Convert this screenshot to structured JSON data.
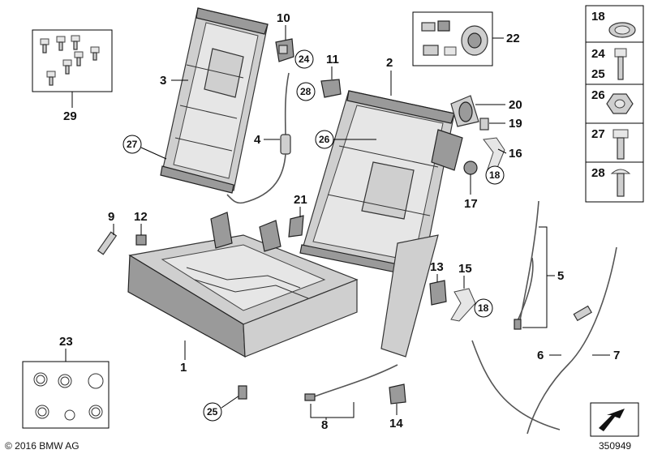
{
  "labels": {
    "p1": "1",
    "p2": "2",
    "p3": "3",
    "p4": "4",
    "p5": "5",
    "p6": "6",
    "p7": "7",
    "p8": "8",
    "p9": "9",
    "p10": "10",
    "p11": "11",
    "p12": "12",
    "p13": "13",
    "p14": "14",
    "p15": "15",
    "p16": "16",
    "p17": "17",
    "p18": "18",
    "p19": "19",
    "p20": "20",
    "p21": "21",
    "p22": "22",
    "p23": "23",
    "p24": "24",
    "p25": "25",
    "p26": "26",
    "p27": "27",
    "p28": "28",
    "p29": "29"
  },
  "callouts": {
    "c24": "24",
    "c28": "28",
    "c27": "27",
    "c26": "26",
    "c18a": "18",
    "c18b": "18",
    "c25": "25"
  },
  "sidebar": {
    "item18": "18",
    "item24": "24",
    "item25": "25",
    "item26": "26",
    "item27": "27",
    "item28": "28"
  },
  "footer": {
    "copyright": "© 2016 BMW AG",
    "diagram_number": "350949"
  }
}
